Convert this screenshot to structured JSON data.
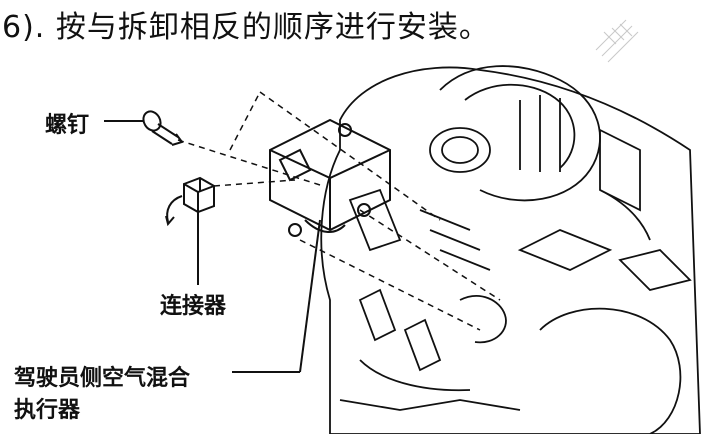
{
  "instruction": "6). 按与拆卸相反的顺序进行安装。",
  "labels": {
    "screw": "螺钉",
    "connector": "连接器",
    "actuator_line1": "驾驶员侧空气混合",
    "actuator_line2": "执行器"
  },
  "colors": {
    "line": "#111111",
    "background": "#ffffff"
  }
}
